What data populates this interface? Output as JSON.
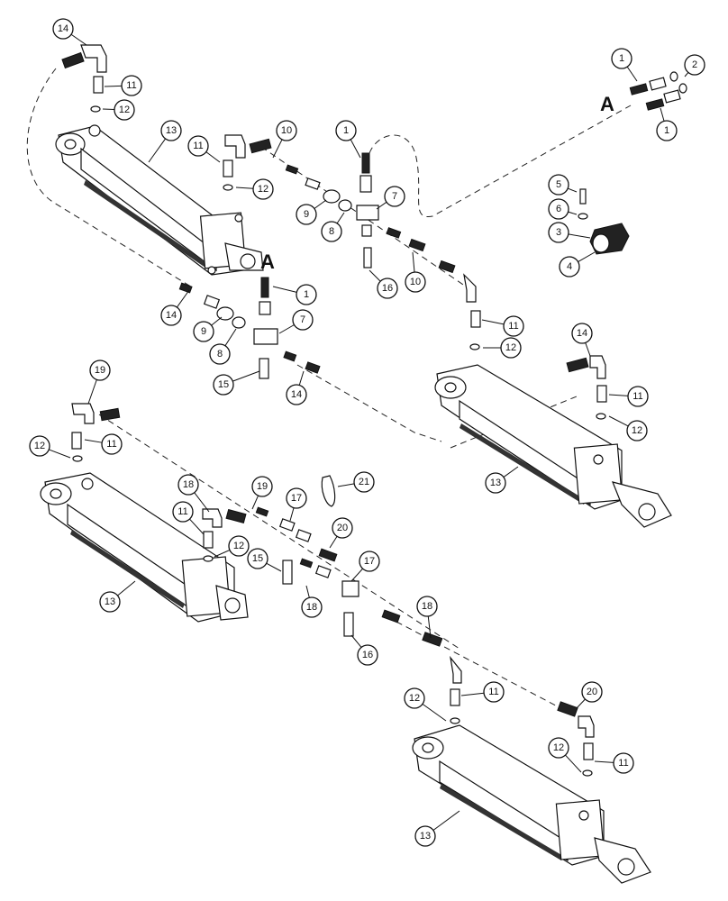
{
  "diagram": {
    "section_letter": "A",
    "callouts": [
      {
        "id": "c14a",
        "label": "14"
      },
      {
        "id": "c11a",
        "label": "11"
      },
      {
        "id": "c12a",
        "label": "12"
      },
      {
        "id": "c13a",
        "label": "13"
      },
      {
        "id": "c11b",
        "label": "11"
      },
      {
        "id": "c10a",
        "label": "10"
      },
      {
        "id": "c12b",
        "label": "12"
      },
      {
        "id": "c1a",
        "label": "1"
      },
      {
        "id": "c7a",
        "label": "7"
      },
      {
        "id": "c9a",
        "label": "9"
      },
      {
        "id": "c8a",
        "label": "8"
      },
      {
        "id": "c16a",
        "label": "16"
      },
      {
        "id": "c10b",
        "label": "10"
      },
      {
        "id": "c1b",
        "label": "1"
      },
      {
        "id": "c2",
        "label": "2"
      },
      {
        "id": "c1c",
        "label": "1"
      },
      {
        "id": "c5",
        "label": "5"
      },
      {
        "id": "c6",
        "label": "6"
      },
      {
        "id": "c3",
        "label": "3"
      },
      {
        "id": "c4",
        "label": "4"
      },
      {
        "id": "c14b",
        "label": "14"
      },
      {
        "id": "c1d",
        "label": "1"
      },
      {
        "id": "c9b",
        "label": "9"
      },
      {
        "id": "c7b",
        "label": "7"
      },
      {
        "id": "c8b",
        "label": "8"
      },
      {
        "id": "c15a",
        "label": "15"
      },
      {
        "id": "c14c",
        "label": "14"
      },
      {
        "id": "c11c",
        "label": "11"
      },
      {
        "id": "c12c",
        "label": "12"
      },
      {
        "id": "c14d",
        "label": "14"
      },
      {
        "id": "c11d",
        "label": "11"
      },
      {
        "id": "c12d",
        "label": "12"
      },
      {
        "id": "c13b",
        "label": "13"
      },
      {
        "id": "c19a",
        "label": "19"
      },
      {
        "id": "c12e",
        "label": "12"
      },
      {
        "id": "c11e",
        "label": "11"
      },
      {
        "id": "c21",
        "label": "21"
      },
      {
        "id": "c18a",
        "label": "18"
      },
      {
        "id": "c19b",
        "label": "19"
      },
      {
        "id": "c17a",
        "label": "17"
      },
      {
        "id": "c11f",
        "label": "11"
      },
      {
        "id": "c12f",
        "label": "12"
      },
      {
        "id": "c20a",
        "label": "20"
      },
      {
        "id": "c15b",
        "label": "15"
      },
      {
        "id": "c13c",
        "label": "13"
      },
      {
        "id": "c18b",
        "label": "18"
      },
      {
        "id": "c17b",
        "label": "17"
      },
      {
        "id": "c18c",
        "label": "18"
      },
      {
        "id": "c16b",
        "label": "16"
      },
      {
        "id": "c20b",
        "label": "20"
      },
      {
        "id": "c12g",
        "label": "12"
      },
      {
        "id": "c11g",
        "label": "11"
      },
      {
        "id": "c12h",
        "label": "12"
      },
      {
        "id": "c11h",
        "label": "11"
      },
      {
        "id": "c13d",
        "label": "13"
      }
    ]
  }
}
